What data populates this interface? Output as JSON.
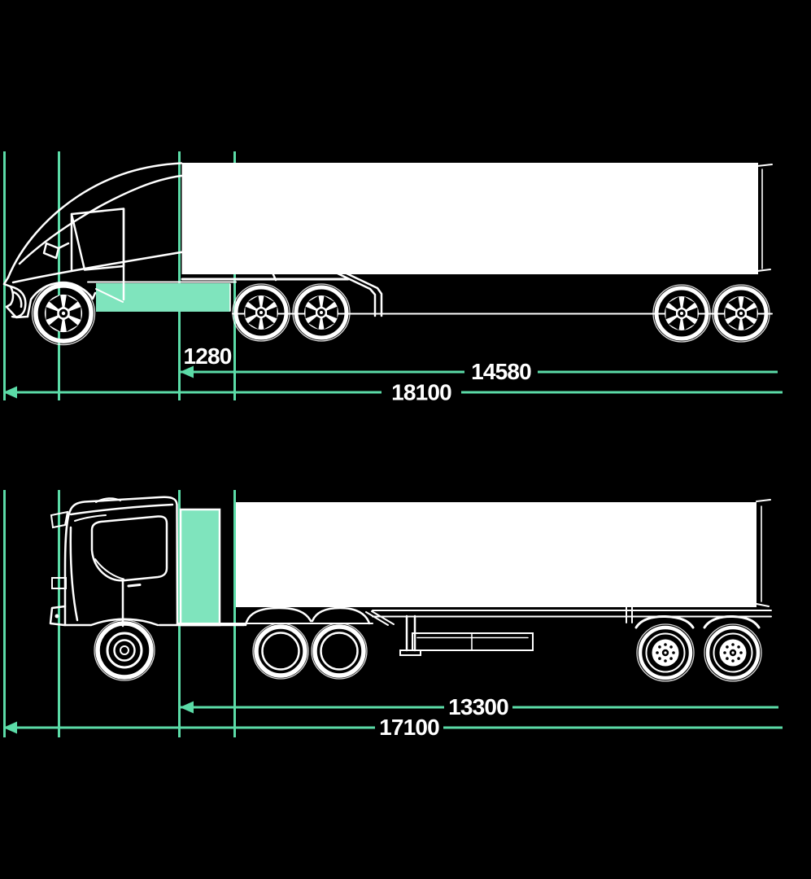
{
  "colors": {
    "background": "#000000",
    "accent": "#5BDBA7",
    "highlight": "#7FE4BD",
    "linework": "#FFFFFF",
    "label": "#FFFFFF"
  },
  "top_diagram": {
    "dim_cab": "1280",
    "dim_inner": "14580",
    "dim_overall": "18100"
  },
  "bottom_diagram": {
    "dim_inner": "13300",
    "dim_overall": "17100"
  }
}
